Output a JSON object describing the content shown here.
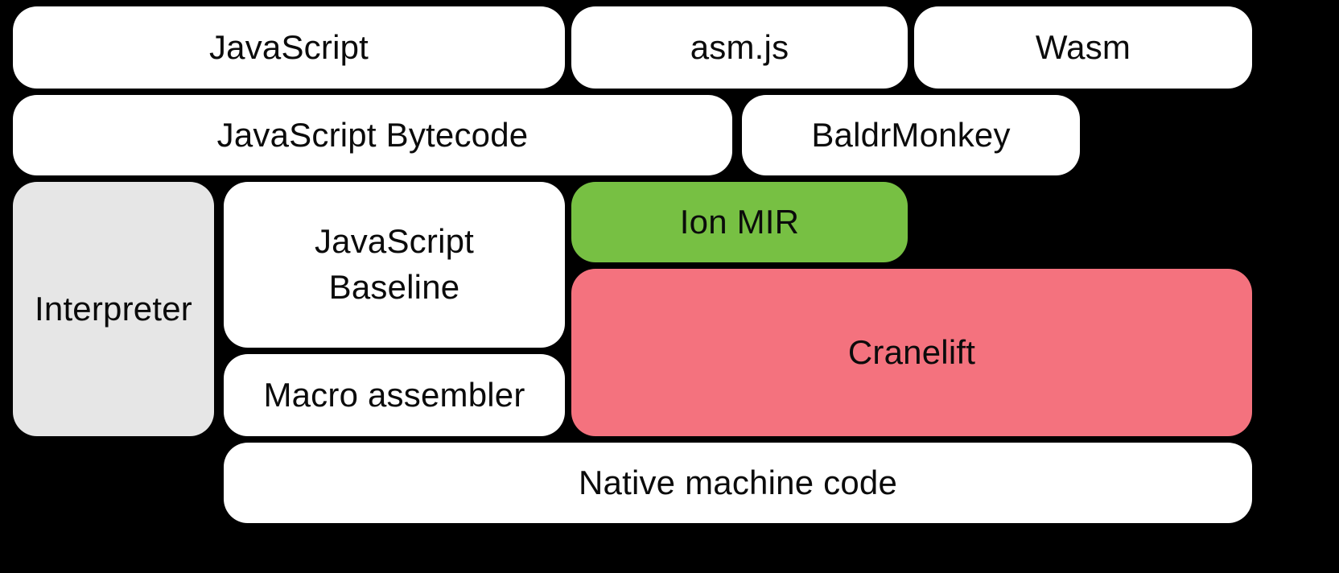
{
  "diagram": {
    "background_color": "#000000",
    "boxes": {
      "javascript": {
        "label": "JavaScript",
        "fill": "#ffffff"
      },
      "asm_js": {
        "label": "asm.js",
        "fill": "#ffffff"
      },
      "wasm": {
        "label": "Wasm",
        "fill": "#ffffff"
      },
      "javascript_bytecode": {
        "label": "JavaScript Bytecode",
        "fill": "#ffffff"
      },
      "baldrmonkey": {
        "label": "BaldrMonkey",
        "fill": "#ffffff"
      },
      "interpreter": {
        "label": "Interpreter",
        "fill": "#e6e6e6"
      },
      "javascript_baseline": {
        "label": "JavaScript\nBaseline",
        "fill": "#ffffff"
      },
      "ion_mir": {
        "label": "Ion MIR",
        "fill": "#77c043"
      },
      "cranelift": {
        "label": "Cranelift",
        "fill": "#f4727e"
      },
      "macro_assembler": {
        "label": "Macro assembler",
        "fill": "#ffffff"
      },
      "native_machine_code": {
        "label": "Native machine code",
        "fill": "#ffffff"
      }
    }
  }
}
